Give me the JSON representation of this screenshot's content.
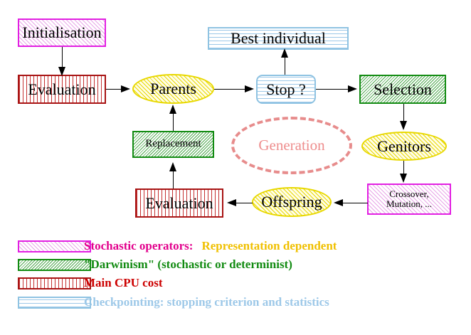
{
  "diagram": {
    "title": "Evolutionary algorithm cycle",
    "nodes": [
      {
        "id": "initialisation",
        "label": "Initialisation",
        "shape": "box",
        "style": "magenta"
      },
      {
        "id": "evaluation_top",
        "label": "Evaluation",
        "shape": "box",
        "style": "red"
      },
      {
        "id": "parents",
        "label": "Parents",
        "shape": "ellipse",
        "style": "yellow"
      },
      {
        "id": "best_individual",
        "label": "Best individual",
        "shape": "box",
        "style": "blue"
      },
      {
        "id": "stop",
        "label": "Stop ?",
        "shape": "rounded-box",
        "style": "blue"
      },
      {
        "id": "selection",
        "label": "Selection",
        "shape": "box",
        "style": "green"
      },
      {
        "id": "genitors",
        "label": "Genitors",
        "shape": "ellipse",
        "style": "yellow"
      },
      {
        "id": "crossover",
        "label": "Crossover,\nMutation, ...",
        "shape": "box",
        "style": "magenta"
      },
      {
        "id": "offspring",
        "label": "Offspring",
        "shape": "ellipse",
        "style": "yellow"
      },
      {
        "id": "evaluation_bottom",
        "label": "Evaluation",
        "shape": "box",
        "style": "red"
      },
      {
        "id": "replacement",
        "label": "Replacement",
        "shape": "box",
        "style": "green"
      },
      {
        "id": "generation",
        "label": "Generation",
        "shape": "dashed-ellipse",
        "style": "salmon"
      }
    ]
  },
  "legend": {
    "rows": [
      {
        "swatch": "magenta-diagonal-hatch",
        "text_primary": "Stochastic operators:",
        "text_secondary": "Representation dependent",
        "color_primary": "#E2008C",
        "color_secondary": "#F0C000"
      },
      {
        "swatch": "green-diagonal-hatch",
        "text_primary": "\"Darwinism\" (stochastic or determinist)",
        "text_secondary": "",
        "color_primary": "#128B12",
        "color_secondary": ""
      },
      {
        "swatch": "red-vertical-hatch",
        "text_primary": "Main CPU cost",
        "text_secondary": "",
        "color_primary": "#CC0000",
        "color_secondary": ""
      },
      {
        "swatch": "blue-horizontal-hatch",
        "text_primary": "Checkpointing: stopping criterion and statistics",
        "text_secondary": "",
        "color_primary": "#9DC8E8",
        "color_secondary": ""
      }
    ]
  },
  "colors": {
    "magenta_border": "#E21FE2",
    "green_border": "#128B12",
    "red_border": "#A81414",
    "blue_border": "#8FC3E2",
    "yellow_border": "#E8D800",
    "salmon_dashed": "#E78C8C",
    "arrow": "#000000",
    "background": "#FFFFFF"
  }
}
